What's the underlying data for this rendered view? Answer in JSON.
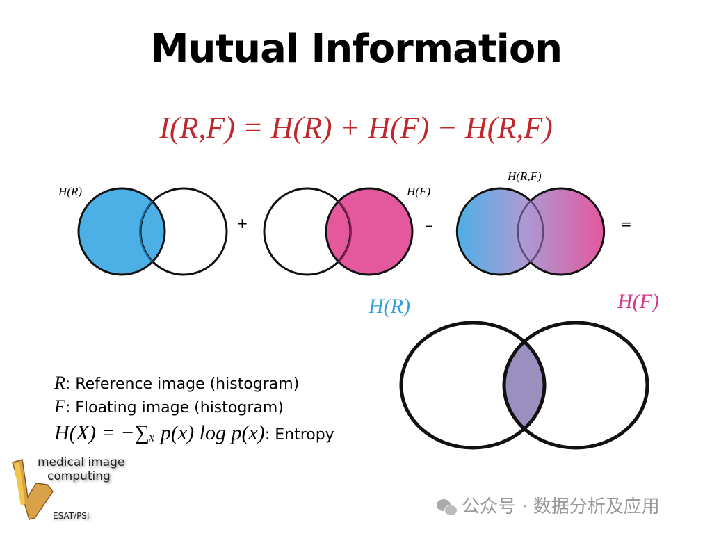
{
  "title": "Mutual Information",
  "formula": "I(R,F) = H(R) + H(F) − H(R,F)",
  "diagram": {
    "label_hr": "H(R)",
    "label_hf": "H(F)",
    "label_hrf": "H(R,F)",
    "op_plus": "+",
    "op_minus": "–",
    "op_equals": "=",
    "big_label_hr": "H(R)",
    "big_label_hf": "H(F)"
  },
  "legend": {
    "r_symbol": "R",
    "r_text": ": Reference image (histogram)",
    "f_symbol": "F",
    "f_text": ": Floating image (histogram)",
    "entropy_formula": "H(X) = −∑ₓ p(x) log p(x)",
    "entropy_text": ": Entropy"
  },
  "logo": {
    "line1": "medical image",
    "line2": "computing",
    "line3": "ESAT/PSI"
  },
  "watermark": "公众号 · 数据分析及应用",
  "colors": {
    "title": "#000000",
    "formula": "#c0282d",
    "blue": "#4cb0e6",
    "pink": "#e4589e",
    "overlap": "#9b8fc0"
  }
}
